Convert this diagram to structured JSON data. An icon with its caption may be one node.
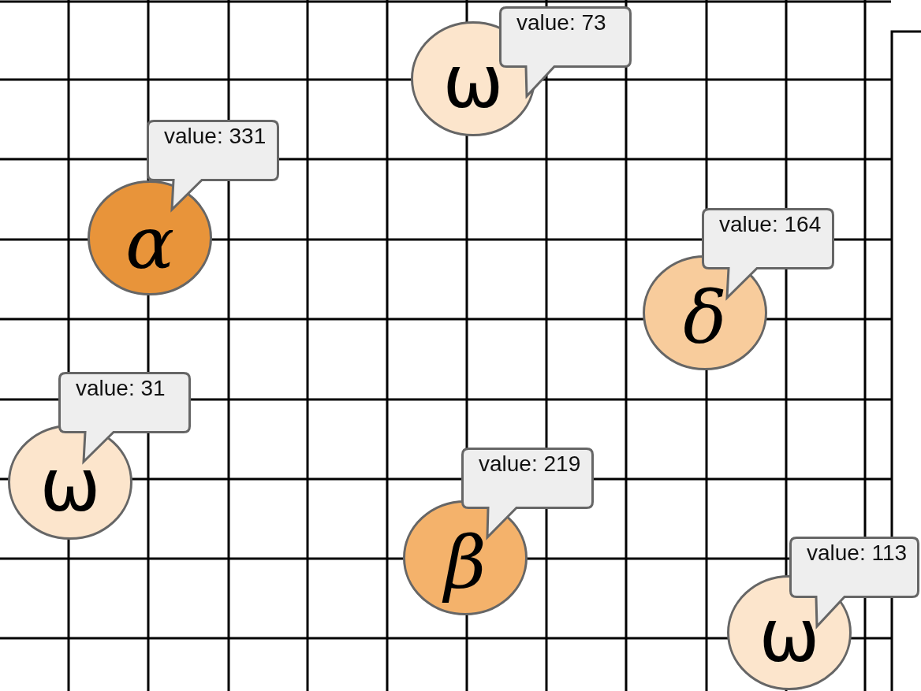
{
  "diagram": {
    "nodes": [
      {
        "text": [
          "ω"
        ],
        "beside": [
          "value: 73"
        ]
      },
      {
        "text": [
          "α"
        ],
        "beside": [
          "value: 331"
        ]
      },
      {
        "text": [
          "δ"
        ],
        "beside": [
          "value: 164"
        ]
      },
      {
        "text": [
          "ω"
        ],
        "beside": [
          "value: 31"
        ]
      },
      {
        "text": [
          "β"
        ],
        "beside": [
          "value: 219"
        ]
      },
      {
        "text": [
          "ω"
        ],
        "beside": [
          "value: 113"
        ]
      }
    ]
  }
}
